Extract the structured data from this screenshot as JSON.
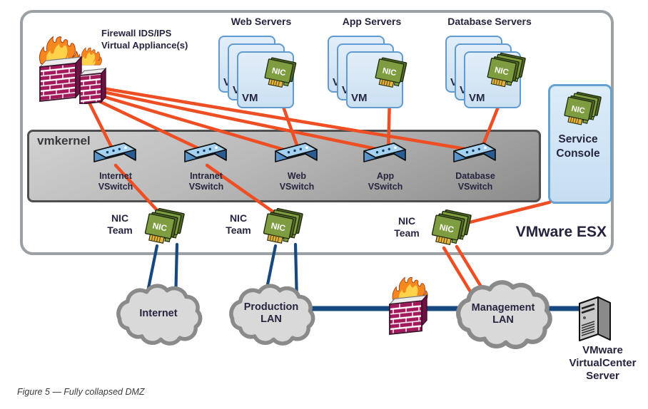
{
  "figure": {
    "caption": "Figure 5 — Fully collapsed DMZ"
  },
  "esx": {
    "label": "VMware ESX",
    "kernel_label": "vmkernel"
  },
  "firewall_appliance": {
    "line1": "Firewall IDS/IPS",
    "line2": "Virtual Appliance(s)"
  },
  "labels": {
    "vm": "VM",
    "nic": "NIC"
  },
  "server_groups": [
    {
      "title": "Web Servers"
    },
    {
      "title": "App Servers"
    },
    {
      "title": "Database Servers"
    }
  ],
  "vswitches": [
    {
      "line1": "Internet",
      "line2": "VSwitch"
    },
    {
      "line1": "Intranet",
      "line2": "VSwitch"
    },
    {
      "line1": "Web",
      "line2": "VSwitch"
    },
    {
      "line1": "App",
      "line2": "VSwitch"
    },
    {
      "line1": "Database",
      "line2": "VSwitch"
    }
  ],
  "service_console": {
    "line1": "Service",
    "line2": "Console"
  },
  "nic_team": {
    "line1": "NIC",
    "line2": "Team"
  },
  "clouds": [
    {
      "line1": "Internet",
      "line2": ""
    },
    {
      "line1": "Production",
      "line2": "LAN"
    },
    {
      "line1": "Management",
      "line2": "LAN"
    }
  ],
  "virtualcenter": {
    "line1": "VMware",
    "line2": "VirtualCenter",
    "line3": "Server"
  },
  "colors": {
    "red_line": "#ee4e23",
    "blue_line": "#17497f",
    "vm_fill": "#d7e8f7",
    "vm_border": "#5f9bd0",
    "nic_green": "#7e9d41",
    "brick": "#a21a5c",
    "cloud_fill": "#d9d9d9"
  }
}
